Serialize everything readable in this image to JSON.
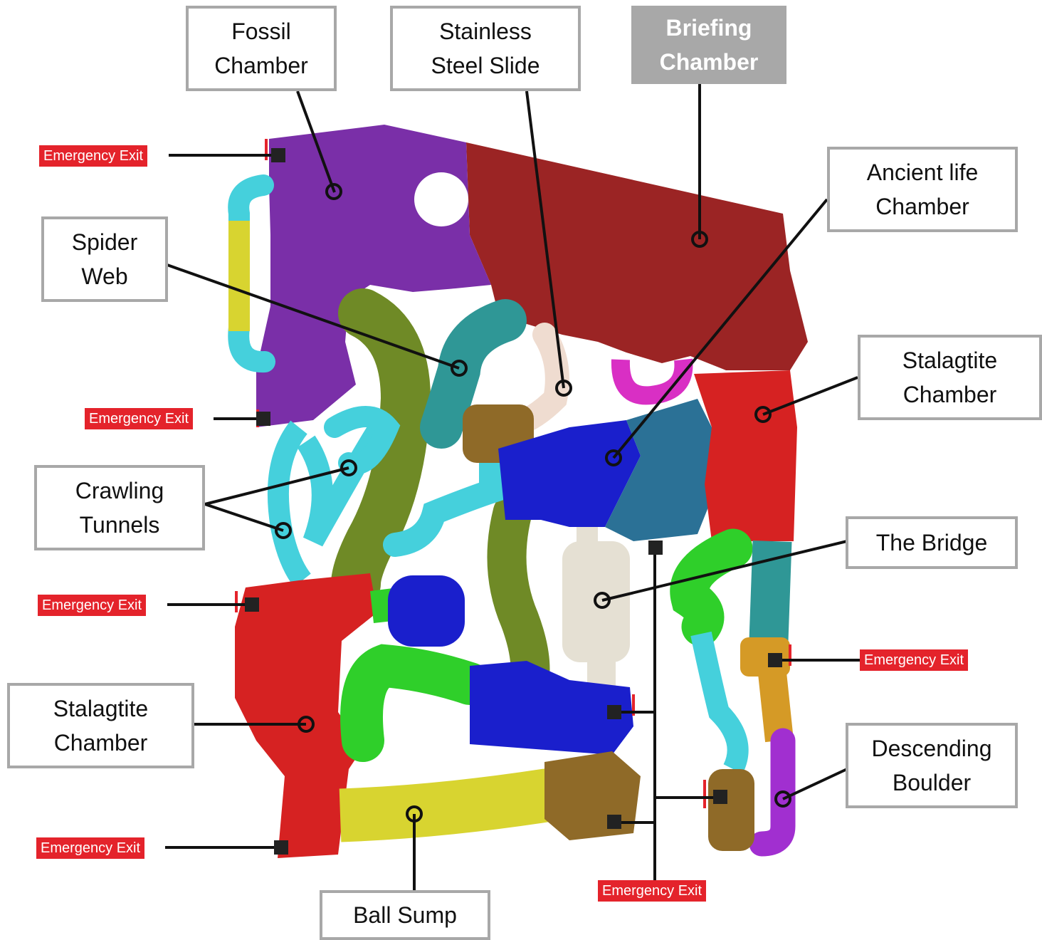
{
  "labels": {
    "fossil": "Fossil\nChamber",
    "stainless": "Stainless\nSteel Slide",
    "briefing": "Briefing\nChamber",
    "ancient": "Ancient life\nChamber",
    "spider": "Spider\nWeb",
    "stalagtite_right": "Stalagtite\nChamber",
    "crawling": "Crawling\nTunnels",
    "bridge": "The Bridge",
    "stalagtite_left": "Stalagtite\nChamber",
    "descending": "Descending\nBoulder",
    "ball_sump": "Ball Sump"
  },
  "exits": {
    "e1": "Emergency Exit",
    "e2": "Emergency Exit",
    "e3": "Emergency Exit",
    "e4": "Emergency Exit",
    "e5": "Emergency Exit",
    "e6": "Emergency Exit"
  },
  "colors": {
    "fossil": "#7a2fa8",
    "briefing": "#9b2424",
    "teal": "#2f9796",
    "olive": "#6f8a26",
    "cyan": "#45d0dc",
    "yellow": "#d8d430",
    "blue": "#1a1fcc",
    "steelblue": "#2b7196",
    "red": "#d62222",
    "green": "#2fcf2a",
    "brown": "#8f6a28",
    "orange": "#d59a26",
    "magenta": "#a12fd0",
    "pink": "#d92fc4",
    "cream": "#e5e0d3",
    "slide": "#efdcd0",
    "exit_red": "#e4232b",
    "label_gray": "#a8a8a8"
  }
}
